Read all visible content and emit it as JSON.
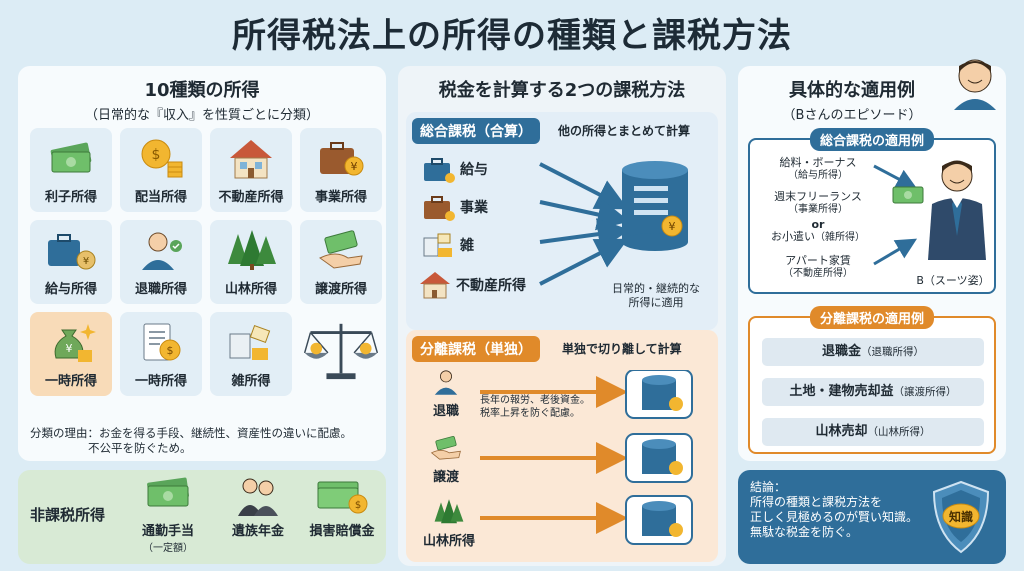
{
  "title": "所得税法上の所得の種類と課税方法",
  "left": {
    "title": "10種類の所得",
    "subtitle": "（日常的な『収入』を性質ごとに分類）",
    "items": [
      {
        "label": "利子所得",
        "icon": "banknotes-icon"
      },
      {
        "label": "配当所得",
        "icon": "coins-icon"
      },
      {
        "label": "不動産所得",
        "icon": "house-icon"
      },
      {
        "label": "事業所得",
        "icon": "briefcase-yen-icon"
      },
      {
        "label": "給与所得",
        "icon": "briefcase-moneybag-icon"
      },
      {
        "label": "退職所得",
        "icon": "retiree-icon"
      },
      {
        "label": "山林所得",
        "icon": "forest-icon"
      },
      {
        "label": "譲渡所得",
        "icon": "handover-money-icon"
      },
      {
        "label": "一時所得",
        "icon": "moneybag-sparkle-icon"
      },
      {
        "label": "一時所得",
        "icon": "receipt-coin-icon"
      },
      {
        "label": "雑所得",
        "icon": "misc-documents-icon"
      },
      {
        "label": "",
        "icon": "balance-scale-icon"
      }
    ],
    "reason_line1": "分類の理由：お金を得る手段、継続性、資産性の違いに配慮。",
    "reason_line2": "不公平を防ぐため。"
  },
  "hikazei": {
    "label": "非課税所得",
    "items": [
      {
        "label": "通勤手当",
        "note": "（一定額）",
        "icon": "commute-money-icon"
      },
      {
        "label": "遺族年金",
        "note": "",
        "icon": "family-icon"
      },
      {
        "label": "損害賠償金",
        "note": "",
        "icon": "compensation-money-icon"
      }
    ]
  },
  "middle": {
    "title": "税金を計算する2つの課税方法",
    "sougou": {
      "tag": "総合課税（合算）",
      "desc": "他の所得とまとめて計算",
      "inputs": [
        "給与",
        "事業",
        "雑",
        "不動産所得"
      ],
      "caption_line1": "日常的・継続的な",
      "caption_line2": "所得に適用"
    },
    "bunri": {
      "tag": "分離課税（単独）",
      "desc": "単独で切り離して計算",
      "inputs": [
        "退職",
        "譲渡",
        "山林所得"
      ],
      "note_line1": "長年の報労、老後資金。",
      "note_line2": "税率上昇を防ぐ配慮。"
    }
  },
  "right": {
    "title": "具体的な適用例",
    "subtitle": "（Bさんのエピソード）",
    "sougou_tag": "総合課税の適用例",
    "sougou_items": [
      {
        "main": "給料・ボーナス",
        "sub": "（給与所得）"
      },
      {
        "main": "週末フリーランス",
        "sub": "（事業所得）"
      },
      {
        "main": "or",
        "sub": ""
      },
      {
        "main": "お小遣い",
        "sub": "（雑所得）"
      },
      {
        "main": "アパート家賃",
        "sub": "（不動産所得）"
      }
    ],
    "person_label": "B（スーツ姿）",
    "bunri_tag": "分離課税の適用例",
    "bunri_items": [
      {
        "main": "退職金",
        "sub": "（退職所得）"
      },
      {
        "main": "土地・建物売却益",
        "sub": "（譲渡所得）"
      },
      {
        "main": "山林売却",
        "sub": "（山林所得）"
      }
    ]
  },
  "conclusion": {
    "line1": "結論：",
    "line2": "所得の種類と課税方法を",
    "line3": "正しく見極めるのが賢い知識。",
    "line4": "無駄な税金を防ぐ。",
    "shield_text": "知識"
  },
  "colors": {
    "background": "#dcecf5",
    "blue": "#2f6e9a",
    "orange": "#e08a2a",
    "green": "#d8ead5"
  }
}
